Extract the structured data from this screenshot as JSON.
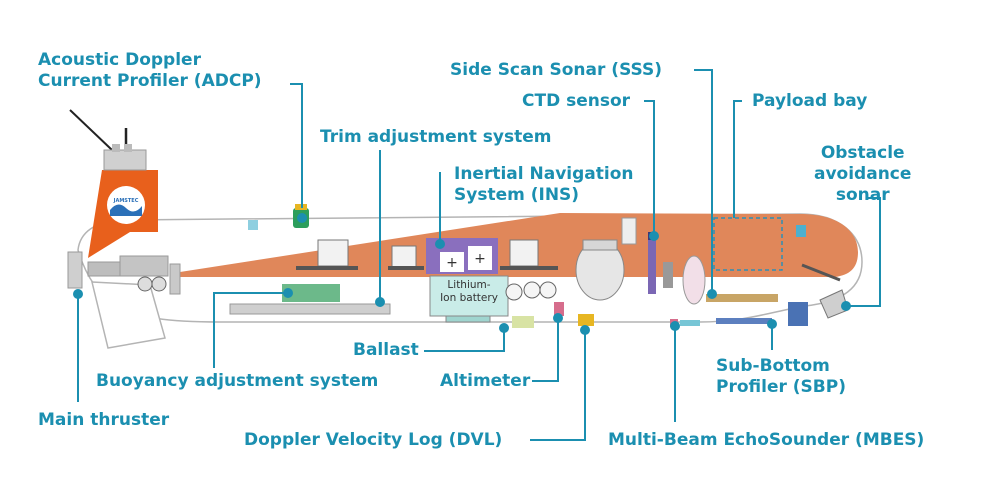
{
  "labels": {
    "adcp": "Acoustic Doppler\nCurrent Profiler (ADCP)",
    "trim": "Trim adjustment system",
    "ins": "Inertial Navigation\nSystem (INS)",
    "sss": "Side Scan Sonar (SSS)",
    "ctd": "CTD sensor",
    "payload": "Payload bay",
    "obstacle": "Obstacle\navoidance\nsonar",
    "ballast": "Ballast",
    "buoyancy": "Buoyancy adjustment system",
    "altimeter": "Altimeter",
    "main_thruster": "Main thruster",
    "dvl": "Doppler Velocity Log (DVL)",
    "sbp": "Sub-Bottom\nProfiler (SBP)",
    "mbes": "Multi-Beam EchoSounder (MBES)",
    "battery": "Lithium-\nIon battery",
    "logo": "JAMSTEC"
  },
  "colors": {
    "callout": "#1b8fb0",
    "hull_fill": "#e0875a",
    "fin": "#e8601c",
    "outline": "#b4b4b4"
  }
}
